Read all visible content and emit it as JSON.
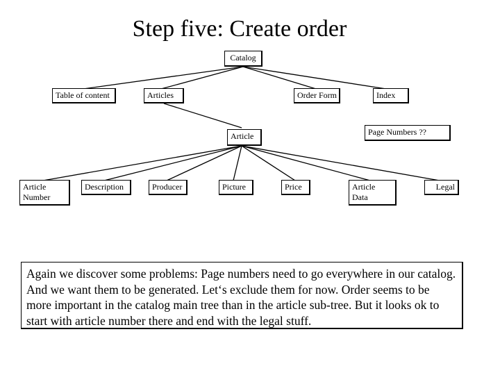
{
  "title": "Step five: Create order",
  "nodes": {
    "catalog": "Catalog",
    "toc": "Table of content",
    "articles": "Articles",
    "order_form": "Order Form",
    "index": "Index",
    "page_numbers": "Page Numbers ??",
    "article": "Article",
    "article_number": "Article Number",
    "description": "Description",
    "producer": "Producer",
    "picture": "Picture",
    "price": "Price",
    "article_data": "Article Data",
    "legal": "Legal"
  },
  "note": "Again we discover some problems: Page numbers need to go everywhere in our catalog. And we want them to be generated. Let‘s exclude them for now. Order seems to be more important in the catalog main tree than in the article sub-tree. But it looks ok to start with article number there and end with the legal stuff."
}
